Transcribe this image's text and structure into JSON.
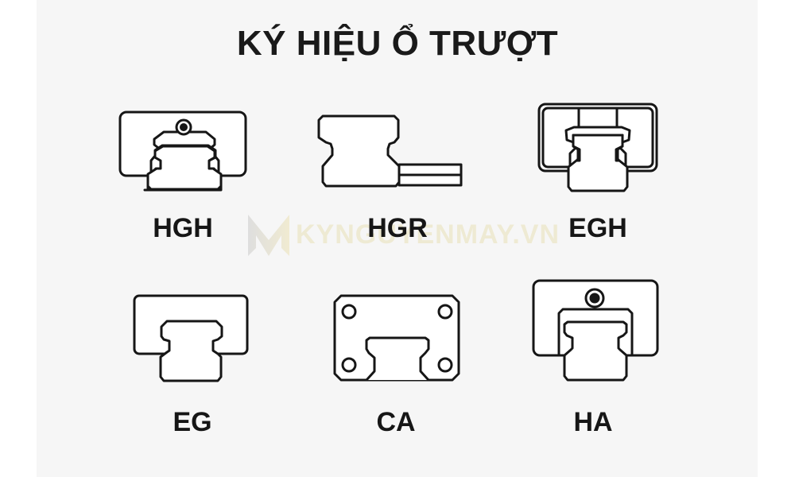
{
  "title": "KÝ HIỆU Ổ TRƯỢT",
  "watermark": {
    "text": "KYNGUYENMAY.VN",
    "logo": "M-logo"
  },
  "items": [
    {
      "label": "HGH",
      "row": 1,
      "col": 1
    },
    {
      "label": "HGR",
      "row": 1,
      "col": 2
    },
    {
      "label": "EGH",
      "row": 1,
      "col": 3
    },
    {
      "label": "EG",
      "row": 2,
      "col": 1
    },
    {
      "label": "CA",
      "row": 2,
      "col": 2
    },
    {
      "label": "HA",
      "row": 2,
      "col": 3
    }
  ],
  "colors": {
    "background": "#f6f6f6",
    "stroke": "#161616",
    "text": "#1a1a1a",
    "watermark": "#ece6c8"
  }
}
